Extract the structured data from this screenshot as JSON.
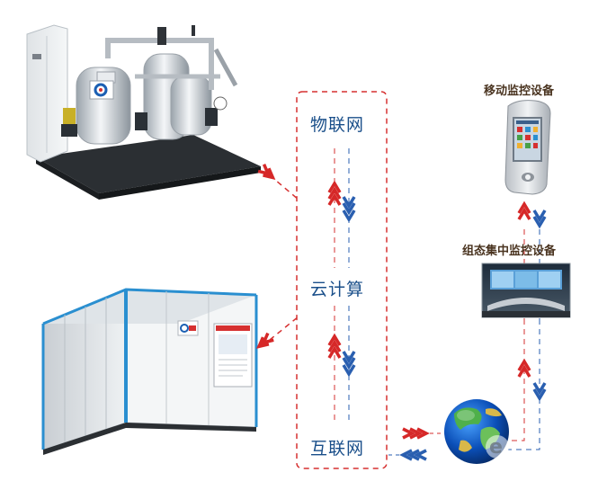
{
  "layers": {
    "iot": "物联网",
    "cloud": "云计算",
    "internet": "互联网"
  },
  "devices": {
    "mobile": "移动监控设备",
    "central": "组态集中监控设备"
  },
  "colors": {
    "frame": "#d63030",
    "arrow_up": "#d62828",
    "arrow_down": "#2a5fb0",
    "label_blue": "#1a4f8a",
    "label_brown": "#4a3420"
  },
  "icons": [
    "boiler-skid-image",
    "container-unit-image",
    "mobile-device-image",
    "control-room-image",
    "globe-icon",
    "ie-logo-icon"
  ]
}
